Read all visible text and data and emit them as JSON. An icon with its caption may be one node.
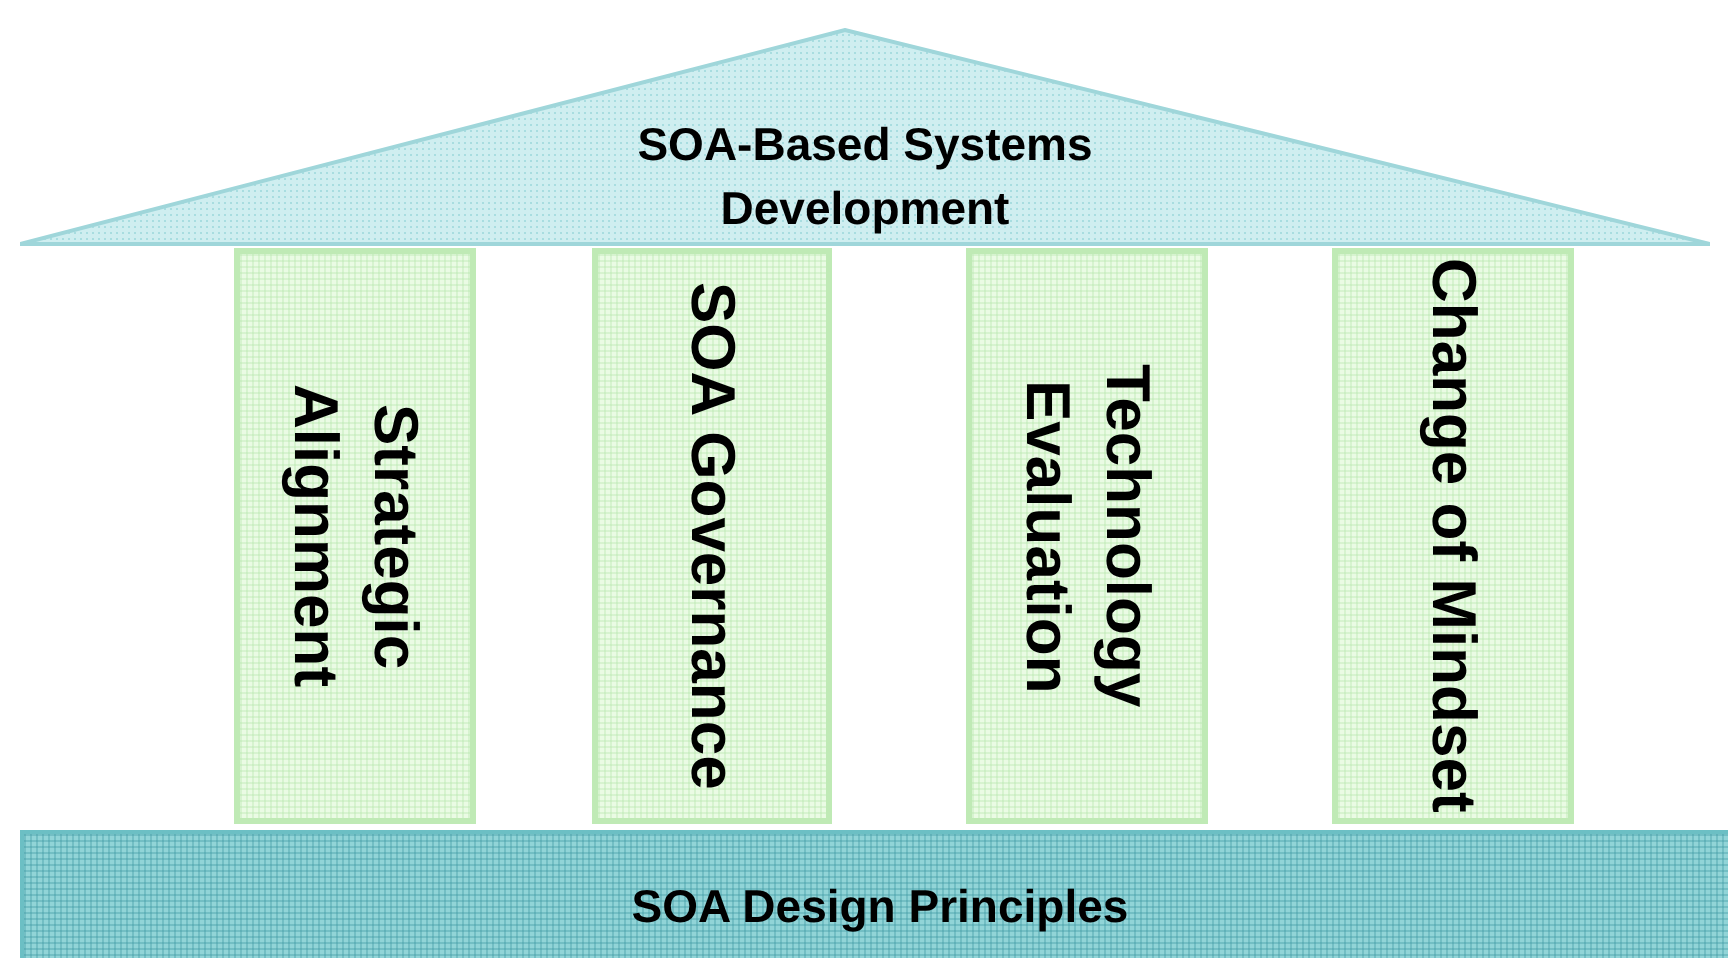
{
  "diagram": {
    "nodes": [
      {
        "text": [
          "SOA-Based Systems Development"
        ]
      },
      {
        "text": [
          "Strategic Alignment"
        ]
      },
      {
        "text": [
          "SOA Governance"
        ]
      },
      {
        "text": [
          "Technology Evaluation"
        ]
      },
      {
        "text": [
          "Change of Mindset"
        ]
      },
      {
        "text": [
          "SOA Design Principles"
        ]
      }
    ]
  }
}
